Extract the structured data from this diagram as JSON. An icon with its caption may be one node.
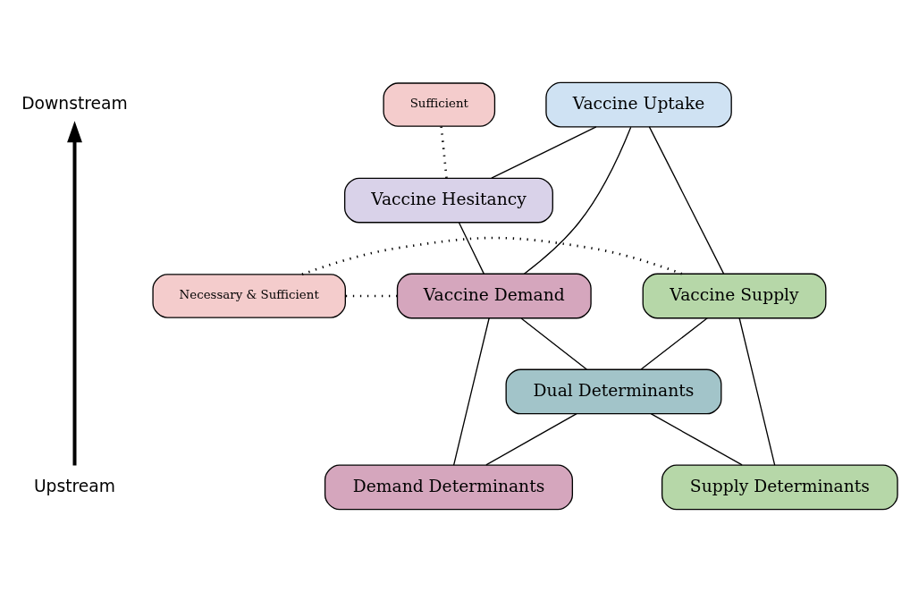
{
  "diagram": {
    "nodes": [
      {
        "text": [
          "Sufficient"
        ]
      },
      {
        "text": [
          "Vaccine Uptake"
        ]
      },
      {
        "text": [
          "Vaccine Hesitancy"
        ]
      },
      {
        "text": [
          "Necessary & Sufficient"
        ]
      },
      {
        "text": [
          "Vaccine Demand"
        ]
      },
      {
        "text": [
          "Vaccine Supply"
        ]
      },
      {
        "text": [
          "Dual Determinants"
        ]
      },
      {
        "text": [
          "Demand Determinants"
        ]
      },
      {
        "text": [
          "Supply Determinants"
        ]
      }
    ],
    "edges": [
      {
        "from": 0,
        "to": 2,
        "arrow": "none",
        "style": "dashed"
      },
      {
        "from": 1,
        "to": 2,
        "arrow": "none"
      },
      {
        "from": 2,
        "to": 4,
        "arrow": "none"
      },
      {
        "from": 1,
        "to": 4,
        "arrow": "none"
      },
      {
        "from": 1,
        "to": 5,
        "arrow": "none"
      },
      {
        "from": 3,
        "to": 4,
        "arrow": "none",
        "style": "dashed"
      },
      {
        "from": 3,
        "to": 5,
        "arrow": "none",
        "style": "dashed"
      },
      {
        "from": 4,
        "to": 6,
        "arrow": "none"
      },
      {
        "from": 5,
        "to": 6,
        "arrow": "none"
      },
      {
        "from": 4,
        "to": 7,
        "arrow": "none"
      },
      {
        "from": 5,
        "to": 8,
        "arrow": "none"
      },
      {
        "from": 6,
        "to": 7,
        "arrow": "none"
      },
      {
        "from": 6,
        "to": 8,
        "arrow": "none"
      }
    ],
    "labels": [
      "Downstream",
      "Upstream"
    ]
  }
}
